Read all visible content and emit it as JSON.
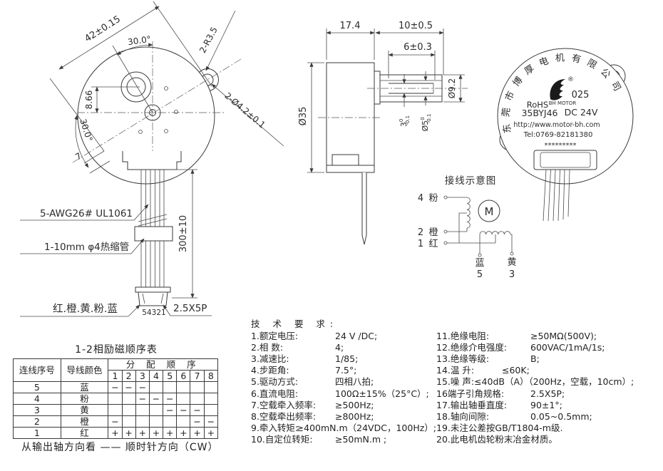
{
  "front_view": {
    "dim_hole_spacing": "42±0.15",
    "dim_angle_top": "30.0°",
    "dim_corner_radius": "2-R3.5",
    "dim_mount_holes": "2-Ø4.2±0.1",
    "dim_shaft_offset": "8.66",
    "dim_angle_left": "30.0°",
    "dim_ear": "7"
  },
  "side_view": {
    "dim_body_length": "17.4",
    "dim_shaft_length": "10±0.5",
    "dim_flat_length": "6±0.3",
    "dim_boss_dia": "Ø9.2",
    "dim_body_dia": "Ø35",
    "flat": {
      "main": "3",
      "sup": "0",
      "sub": "-0.1"
    },
    "shaft": {
      "main": "Ø5",
      "sup": "0",
      "sub": "-0.1"
    }
  },
  "harness": {
    "wire_spec": "5-AWG26# UL1061",
    "tube_spec": "1-10mm φ4热缩管",
    "length": "300±10",
    "wire_colors": "红.橙.黄.粉.蓝",
    "pin_numbers": "54321",
    "connector_spec": "2.5X5P"
  },
  "label_view": {
    "company_arc": "东莞市博厚电机有限公司",
    "registered": "®",
    "code": "025",
    "logo_caption": "BH MOTOR",
    "rohs": "RoHS",
    "model": "35BYJ46",
    "voltage": "DC 24V",
    "website": "http://www.motor-bh.com",
    "telephone": "Tel:0769-82181380",
    "stars": "*********"
  },
  "wiring": {
    "title": "接线示意图",
    "motor_symbol": "M",
    "left_terminals": [
      {
        "num": "4",
        "color": "粉"
      },
      {
        "num": "2",
        "color": "橙"
      },
      {
        "num": "1",
        "color": "红"
      }
    ],
    "bottom_terminals": [
      {
        "color": "蓝",
        "num": "5"
      },
      {
        "color": "黄",
        "num": "3"
      }
    ]
  },
  "excitation_table": {
    "title": "1-2相励磁顺序表",
    "header_wire_no": "连线序号",
    "header_wire_color": "导线颜色",
    "header_sequence": "分 配 顺 序",
    "steps": [
      "1",
      "2",
      "3",
      "4",
      "5",
      "6",
      "7",
      "8"
    ],
    "rows": [
      {
        "num": "5",
        "color": "蓝",
        "marks": [
          "−",
          "−",
          "−",
          "",
          "",
          "",
          "",
          ""
        ]
      },
      {
        "num": "4",
        "color": "粉",
        "marks": [
          "",
          "",
          "−",
          "−",
          "−",
          "",
          "",
          ""
        ]
      },
      {
        "num": "3",
        "color": "黄",
        "marks": [
          "",
          "",
          "",
          "",
          "−",
          "−",
          "−",
          ""
        ]
      },
      {
        "num": "2",
        "color": "橙",
        "marks": [
          "−",
          "",
          "",
          "",
          "",
          "",
          "−",
          "−"
        ]
      },
      {
        "num": "1",
        "color": "红",
        "marks": [
          "+",
          "+",
          "+",
          "+",
          "+",
          "+",
          "+",
          "+"
        ]
      }
    ],
    "footer": "从输出轴方向看 —— 顺时针方向（CW）"
  },
  "tech_requirements": {
    "title": "技 术 要 求:",
    "left": [
      {
        "label": "1.额定电压:",
        "value": "24 V /DC;"
      },
      {
        "label": "2.相  数:",
        "value": "4;"
      },
      {
        "label": "3.减速比:",
        "value": "1/85;"
      },
      {
        "label": "4.步距角:",
        "value": "7.5°;"
      },
      {
        "label": "5.驱动方式:",
        "value": "四相八拍;"
      },
      {
        "label": "6.直流电阻:",
        "value": "100Ω±15%（25°C）;"
      },
      {
        "label": "7.空载牵入频率:",
        "value": "≥500Hz;"
      },
      {
        "label": "8.空载牵出频率:",
        "value": "≥800Hz;"
      },
      {
        "label": "9.牵入转矩:",
        "value": "≥400mN.m（24VDC，100Hz）;"
      },
      {
        "label": "10.自定位转矩:",
        "value": "≥50mN.m ;"
      }
    ],
    "right": [
      {
        "label": "11.绝缘电阻:",
        "value": "≥50MΩ(500V);"
      },
      {
        "label": "12.绝缘介电强度:",
        "value": "600VAC/1mA/1s;"
      },
      {
        "label": "13.绝缘等级:",
        "value": "B;"
      },
      {
        "label": "14.温  升:",
        "value": "≤60K;"
      },
      {
        "label": "15.噪  声:",
        "value": "≤40dB（A）（200Hz，空载，10cm）;"
      },
      {
        "label": "16端子引角规格:",
        "value": "2.5X5P;"
      },
      {
        "label": "17.输出轴垂直度:",
        "value": "90±1°;"
      },
      {
        "label": "18.轴向间隙:",
        "value": "0.05~0.5mm;"
      },
      {
        "label": "19.未注公差按GB/T1804-m级.",
        "value": ""
      },
      {
        "label": "20.此电机齿轮粉末冶金材质。",
        "value": ""
      }
    ]
  }
}
